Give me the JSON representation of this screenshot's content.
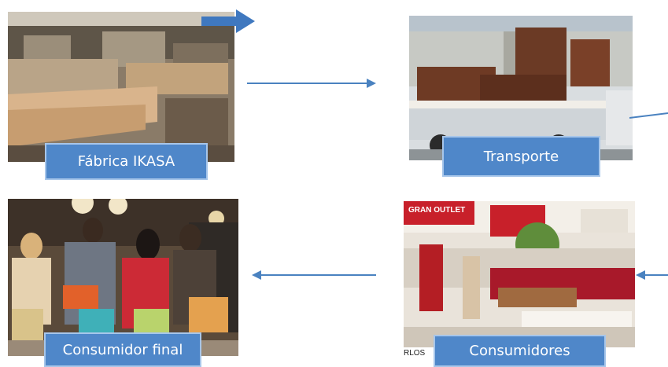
{
  "nodes": {
    "factory": {
      "label": "Fábrica IKASA"
    },
    "transport": {
      "label": "Transporte"
    },
    "consumers": {
      "label": "Consumidores"
    },
    "final_consumer": {
      "label": "Consumidor final"
    }
  },
  "photos": {
    "factory": "photo of a furniture factory workshop with wood panels",
    "transport": "photo of a truck loaded with wooden furniture",
    "consumers": "photo of a furniture outlet store interior",
    "final_consumer": "photo of shoppers with bags viewed from behind"
  },
  "store_sign": {
    "text": "GRAN OUTLET",
    "fragment": "RLOS"
  },
  "colors": {
    "label_fill": "#4f87c9",
    "label_border": "#a7c6ea",
    "arrow": "#4a82c0",
    "thick_arrow": "#3f78bf"
  },
  "edges": [
    {
      "from": "factory",
      "to": "transport"
    },
    {
      "from": "transport",
      "to": "consumers"
    },
    {
      "from": "consumers",
      "to": "final_consumer"
    }
  ]
}
